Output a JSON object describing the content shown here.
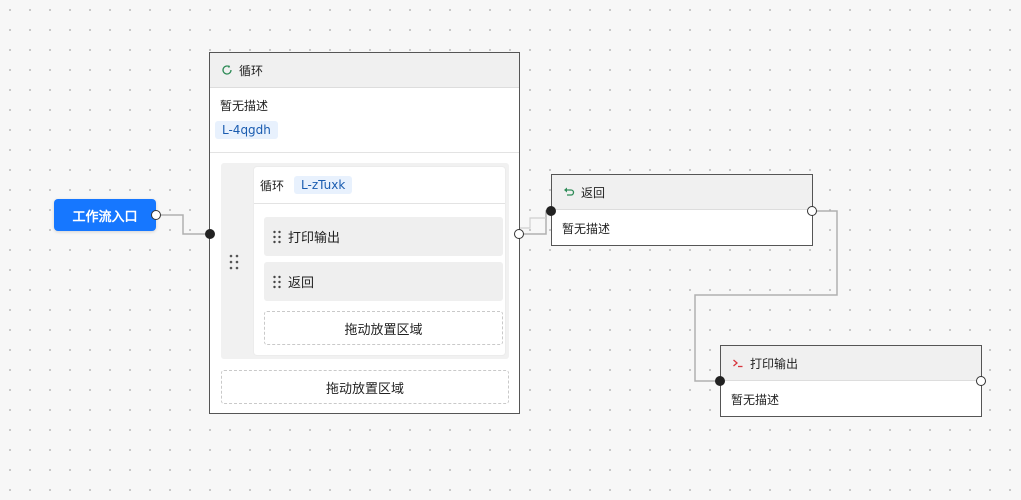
{
  "entry": {
    "label": "工作流入口"
  },
  "loop_node": {
    "title": "循环",
    "icon": "loop-icon",
    "description": "暂无描述",
    "tag": "L-4qgdh",
    "inner_loop": {
      "title": "循环",
      "tag": "L-zTuxk",
      "items": [
        {
          "label": "打印输出"
        },
        {
          "label": "返回"
        }
      ],
      "drop_zone": "拖动放置区域"
    },
    "drop_zone": "拖动放置区域"
  },
  "return_node": {
    "title": "返回",
    "icon": "return-icon",
    "description": "暂无描述"
  },
  "print_node": {
    "title": "打印输出",
    "icon": "terminal-icon",
    "description": "暂无描述"
  },
  "colors": {
    "primary": "#1677ff",
    "tag_bg": "#e8f1fd",
    "tag_text": "#1a5cb0",
    "loop_icon": "#2e8b57",
    "return_icon": "#2e8b57",
    "terminal_icon": "#d9363e"
  }
}
